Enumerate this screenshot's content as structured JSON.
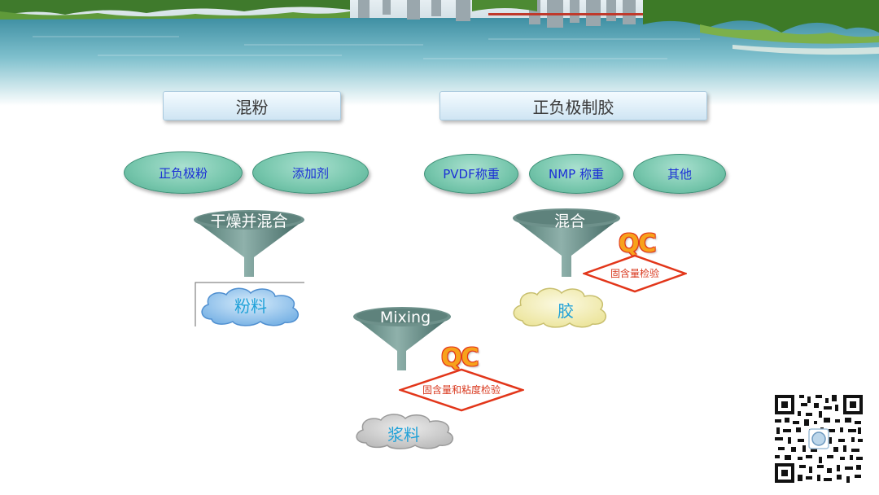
{
  "headers": {
    "mixing_powder": "混粉",
    "binder_prep": "正负极制胶"
  },
  "inputs": {
    "electrode_powder": "正负极粉",
    "additive": "添加剂",
    "pvdf": "PVDF称重",
    "nmp": "NMP 称重",
    "other": "其他"
  },
  "funnels": {
    "dry_mix": "干燥并混合",
    "binder_mix": "混合",
    "mixing": "Mixing"
  },
  "outputs": {
    "powder": "粉料",
    "glue": "胶",
    "slurry": "浆料"
  },
  "qc": {
    "mark": "QC",
    "binder_check": "固含量检验",
    "slurry_check": "固含量和粘度检验"
  },
  "colors": {
    "oval_fill": "#76c6ac",
    "oval_text": "#1b2fd6",
    "qc_red": "#d9381e",
    "qc_orange": "#f7a21c",
    "powder_cloud": "#8fc4ee",
    "glue_cloud": "#f3efb4",
    "slurry_cloud": "#c8c8c8"
  }
}
